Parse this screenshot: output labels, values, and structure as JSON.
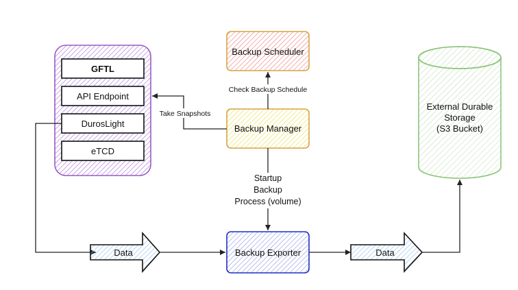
{
  "diagram": {
    "cluster": {
      "components": [
        "GFTL",
        "API Endpoint",
        "DurosLight",
        "eTCD"
      ]
    },
    "scheduler": {
      "label": "Backup Scheduler"
    },
    "manager": {
      "label": "Backup Manager"
    },
    "exporter": {
      "label": "Backup Exporter"
    },
    "storage": {
      "lines": [
        "External Durable",
        "Storage",
        "(S3 Bucket)"
      ]
    },
    "edges": {
      "check_schedule": "Check Backup Schedule",
      "take_snapshots": "Take Snapshots",
      "startup": [
        "Startup",
        "Backup",
        "Process (volume)"
      ]
    },
    "data_arrows": [
      "Data",
      "Data"
    ]
  },
  "colors": {
    "cluster": "#9b59c8",
    "scheduler": "#d6a441",
    "scheduler_hatch": "#f07a7a",
    "manager": "#d6a441",
    "manager_hatch": "#f0e45a",
    "exporter": "#1f2fbf",
    "exporter_hatch": "#8a93e0",
    "storage": "#8cc47a",
    "data_arrow_hatch": "#7fb1e6",
    "line": "#222222"
  }
}
